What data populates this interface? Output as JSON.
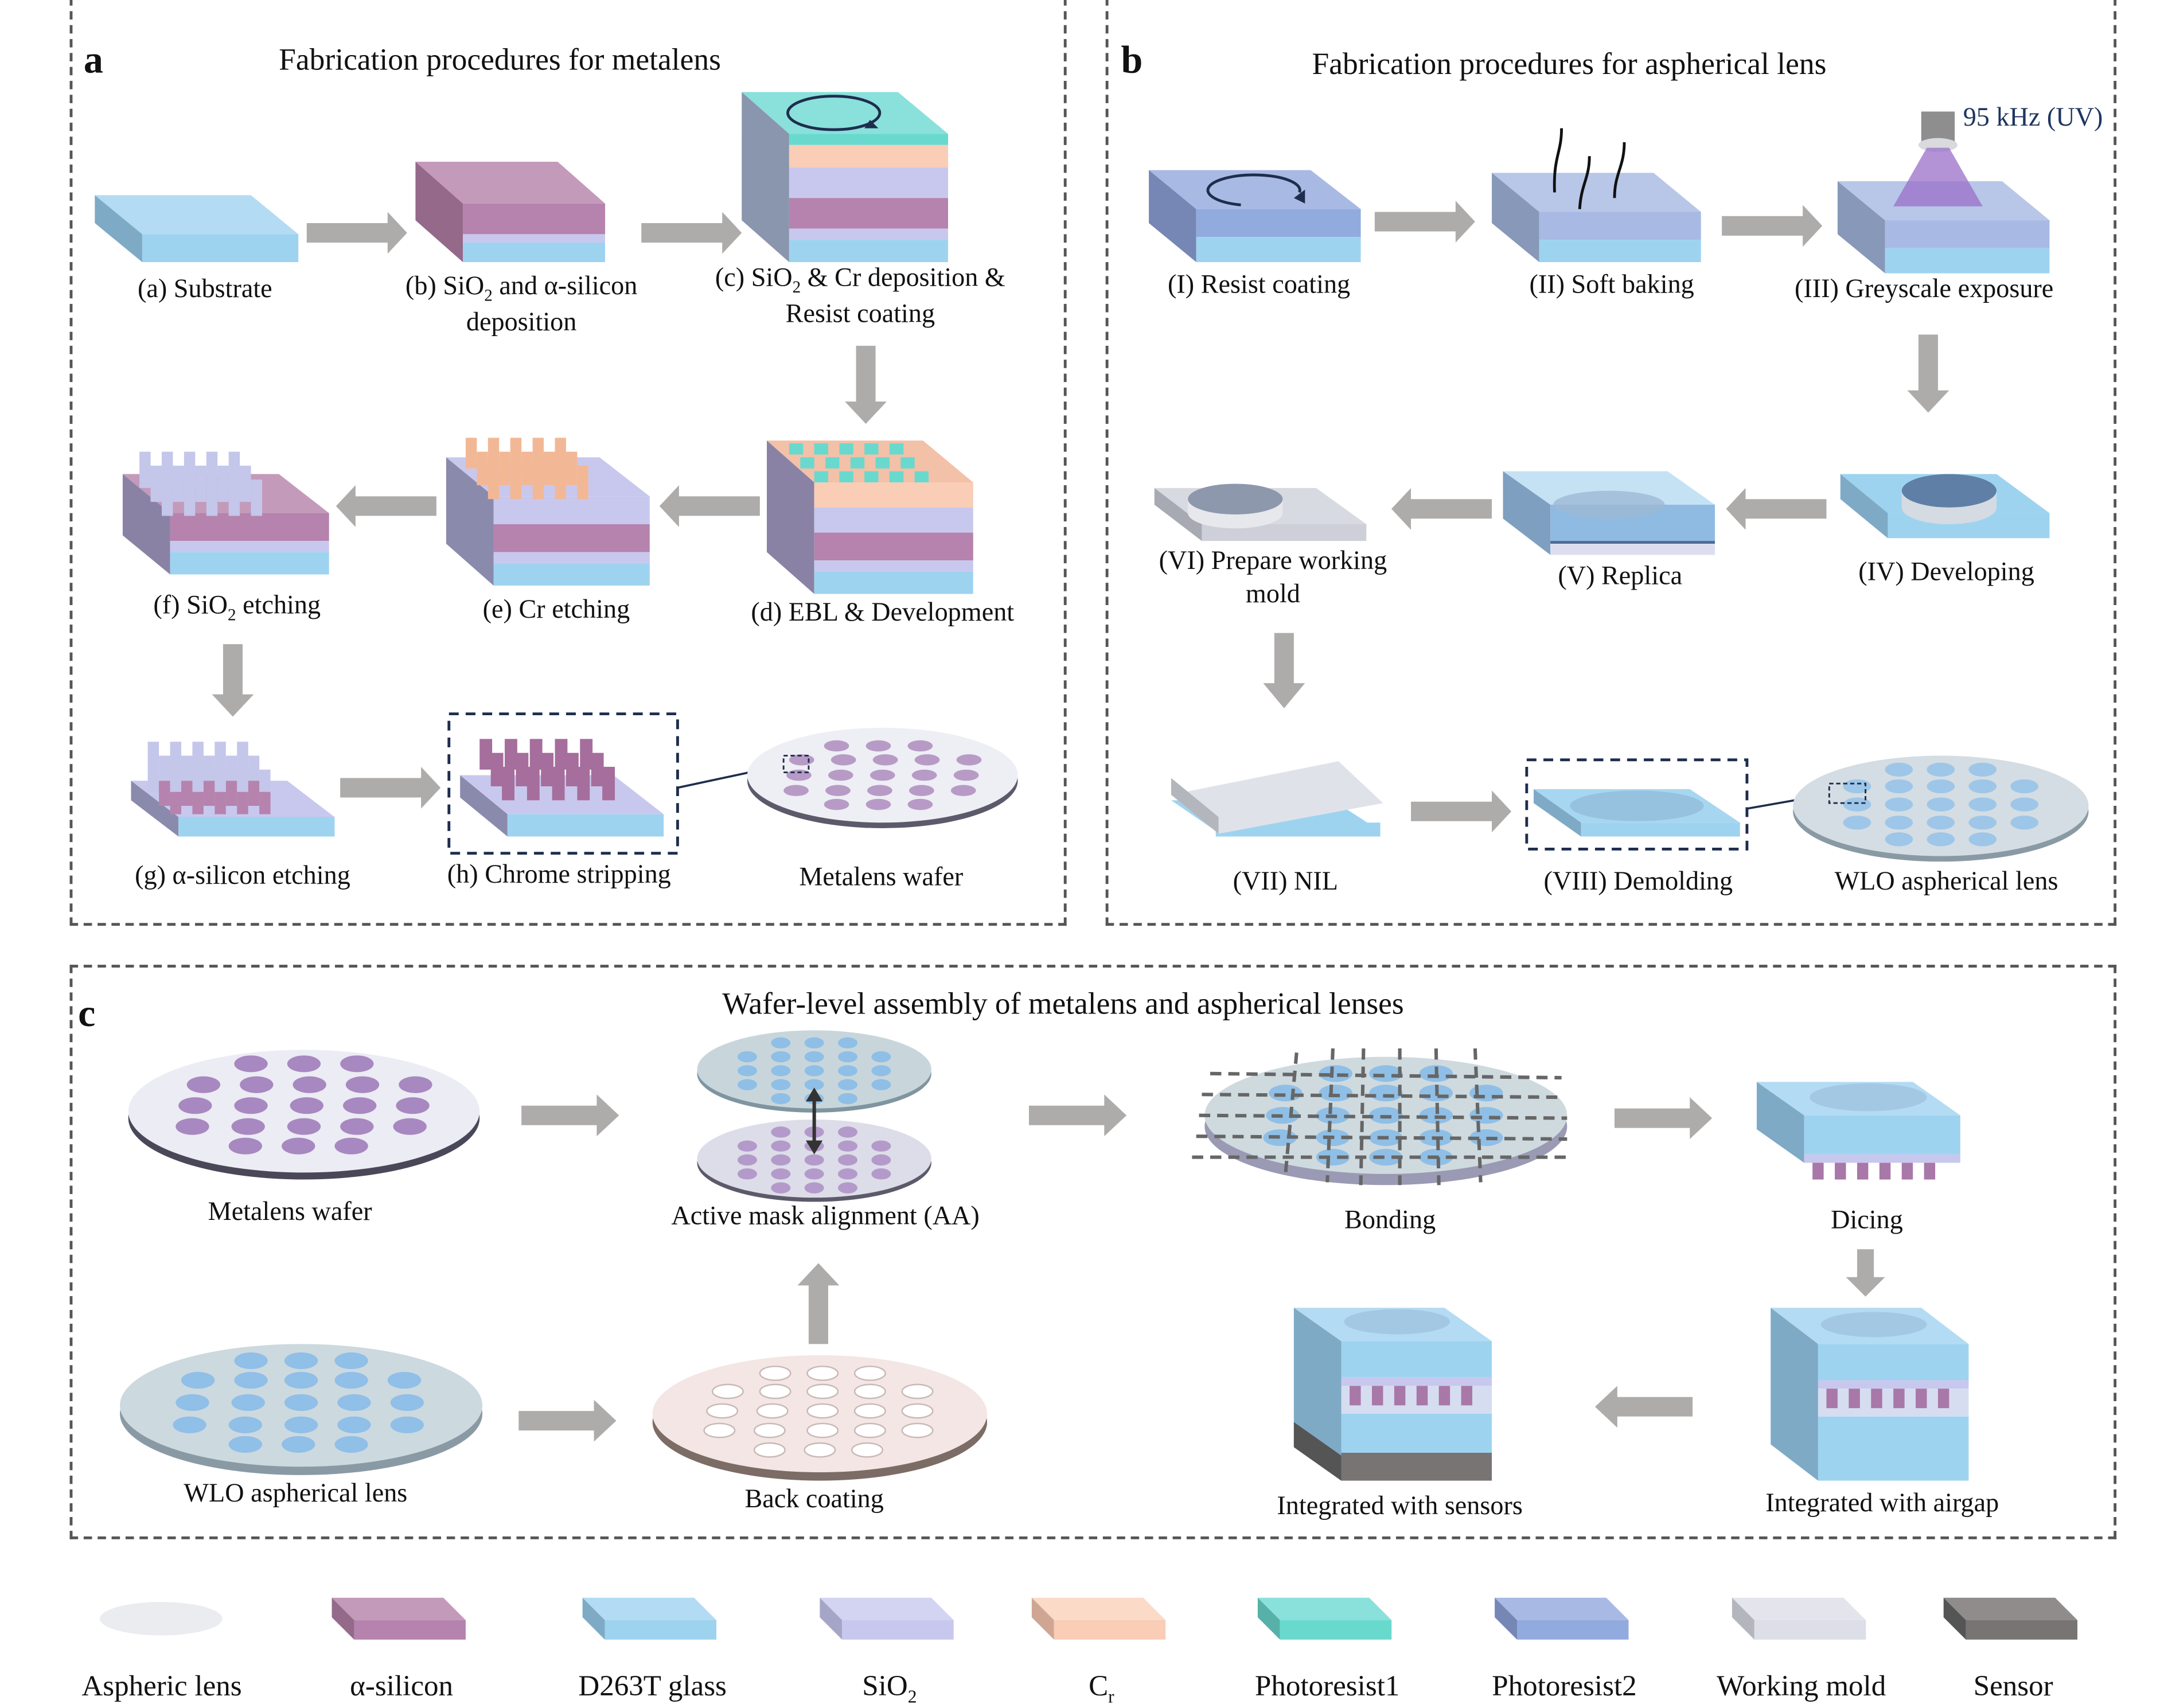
{
  "panels": {
    "a": {
      "label": "a",
      "title": "Fabrication procedures for metalens",
      "steps": [
        {
          "id": "a",
          "line1": "(a) Substrate",
          "line2": ""
        },
        {
          "id": "b",
          "line1_pre": "(b) SiO",
          "line1_sub": "2",
          "line1_post": " and α-silicon",
          "line2": "deposition"
        },
        {
          "id": "c",
          "line1_pre": "(c) SiO",
          "line1_sub": "2",
          "line1_post": " & Cr deposition &",
          "line2": "Resist coating"
        },
        {
          "id": "d",
          "line1": "(d) EBL & Development"
        },
        {
          "id": "e",
          "line1": "(e) Cr etching"
        },
        {
          "id": "f",
          "line1_pre": "(f) SiO",
          "line1_sub": "2",
          "line1_post": " etching"
        },
        {
          "id": "g",
          "line1": "(g) α-silicon etching"
        },
        {
          "id": "h",
          "line1": "(h) Chrome stripping"
        },
        {
          "id": "wafer",
          "line1": "Metalens wafer"
        }
      ]
    },
    "b": {
      "label": "b",
      "title": "Fabrication procedures for aspherical lens",
      "uv_label": "95 kHz (UV)",
      "steps": [
        {
          "id": "I",
          "line1": "(I) Resist coating"
        },
        {
          "id": "II",
          "line1": "(II) Soft baking"
        },
        {
          "id": "III",
          "line1": "(III) Greyscale exposure"
        },
        {
          "id": "IV",
          "line1": "(IV) Developing"
        },
        {
          "id": "V",
          "line1": "(V) Replica"
        },
        {
          "id": "VI",
          "line1": "(VI) Prepare working",
          "line2": "mold"
        },
        {
          "id": "VII",
          "line1": "(VII) NIL"
        },
        {
          "id": "VIII",
          "line1": "(VIII) Demolding"
        },
        {
          "id": "wlo",
          "line1": "WLO aspherical lens"
        }
      ]
    },
    "c": {
      "label": "c",
      "title": "Wafer-level assembly of metalens and aspherical lenses",
      "steps": [
        {
          "id": "metalens_wafer",
          "line1": "Metalens wafer"
        },
        {
          "id": "aa",
          "line1": "Active mask alignment (AA)"
        },
        {
          "id": "bonding",
          "line1": "Bonding"
        },
        {
          "id": "dicing",
          "line1": "Dicing"
        },
        {
          "id": "wlo",
          "line1": "WLO aspherical lens"
        },
        {
          "id": "back_coating",
          "line1": "Back coating"
        },
        {
          "id": "sensors",
          "line1": "Integrated with sensors"
        },
        {
          "id": "airgap",
          "line1": "Integrated with airgap"
        }
      ]
    }
  },
  "legend": [
    {
      "label": "Aspheric lens",
      "color": "#ebecf0",
      "shape": "ellipse"
    },
    {
      "label": "α-silicon",
      "color": "#b583ae"
    },
    {
      "label": "D263T glass",
      "color": "#9ed3f0"
    },
    {
      "label_pre": "SiO",
      "label_sub": "2",
      "color": "#c8c8ee"
    },
    {
      "label_pre": "C",
      "label_sub": "r",
      "color": "#f9cdb6"
    },
    {
      "label": "Photoresist1",
      "color": "#69d9ce"
    },
    {
      "label": "Photoresist2",
      "color": "#91abde"
    },
    {
      "label": "Working mold",
      "color": "#dcdee8"
    },
    {
      "label": "Sensor",
      "color": "#777473"
    }
  ],
  "colors": {
    "asilicon": "#b583ae",
    "glass": "#9ed3f0",
    "sio2": "#c8c8ee",
    "cr": "#f9cdb6",
    "pr1": "#69d9ce",
    "pr2": "#91abde",
    "mold": "#dcdee8",
    "sensor": "#777473",
    "arrow": "#aeacab",
    "highlight_box": "#1e2d4d"
  }
}
